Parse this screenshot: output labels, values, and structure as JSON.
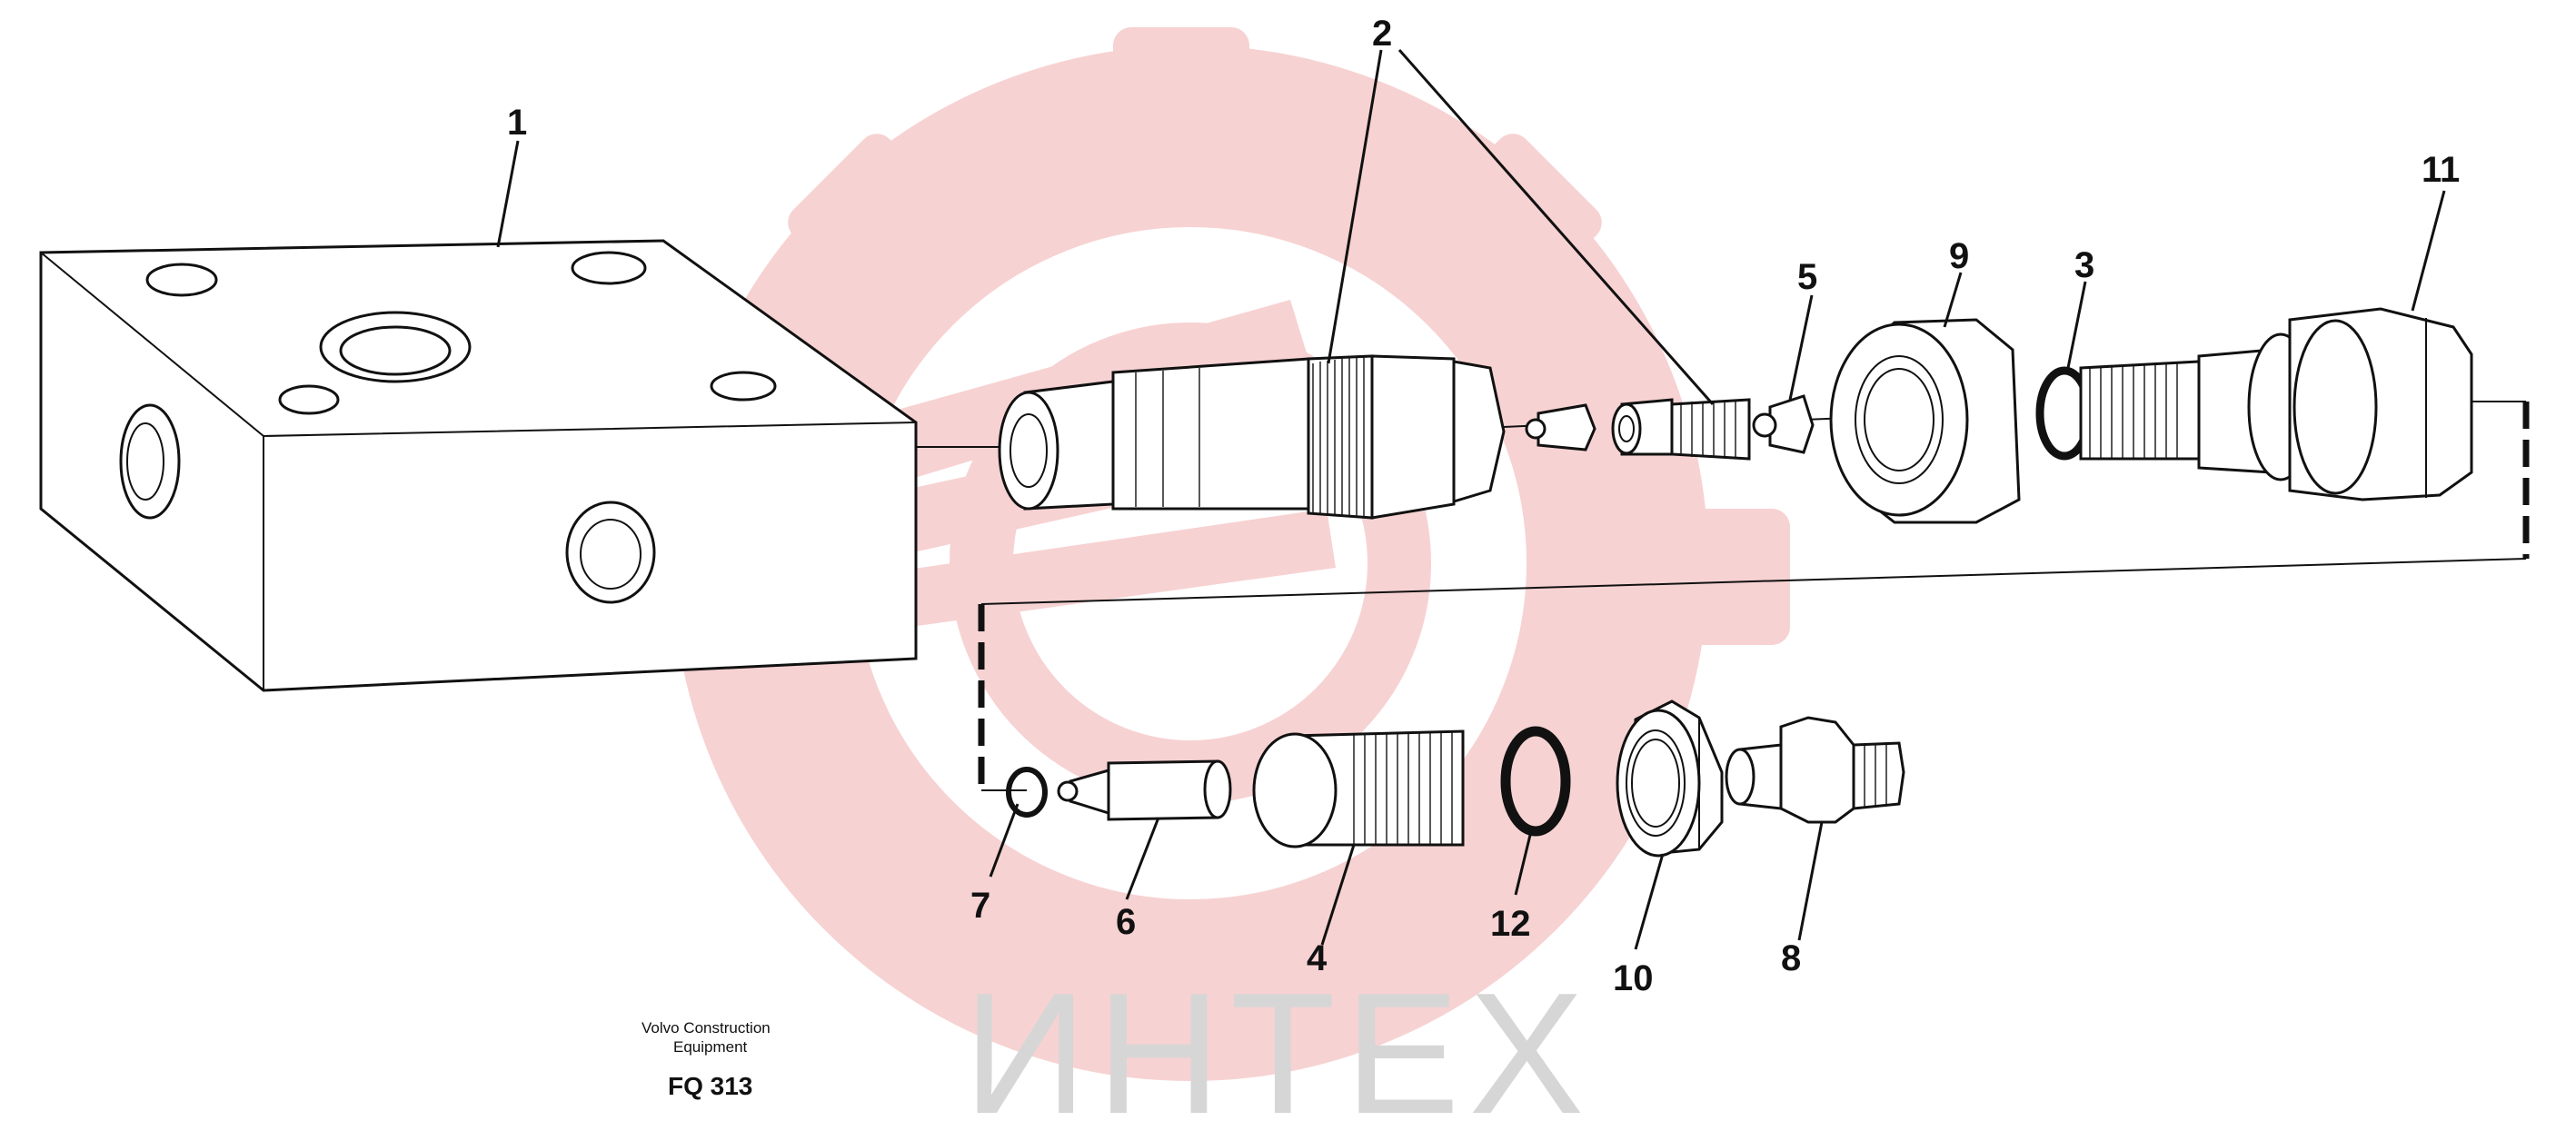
{
  "callouts": [
    {
      "id": "1",
      "label": "1"
    },
    {
      "id": "2",
      "label": "2"
    },
    {
      "id": "3",
      "label": "3"
    },
    {
      "id": "4",
      "label": "4"
    },
    {
      "id": "5",
      "label": "5"
    },
    {
      "id": "6",
      "label": "6"
    },
    {
      "id": "7",
      "label": "7"
    },
    {
      "id": "8",
      "label": "8"
    },
    {
      "id": "9",
      "label": "9"
    },
    {
      "id": "10",
      "label": "10"
    },
    {
      "id": "11",
      "label": "11"
    },
    {
      "id": "12",
      "label": "12"
    }
  ],
  "caption": {
    "line1": "Volvo Construction",
    "line2": "Equipment",
    "code": "FQ 313"
  },
  "watermark": {
    "text": "ИНТЕХ",
    "logo_color": "#f6c9c9",
    "text_color": "#d6d6d6"
  }
}
